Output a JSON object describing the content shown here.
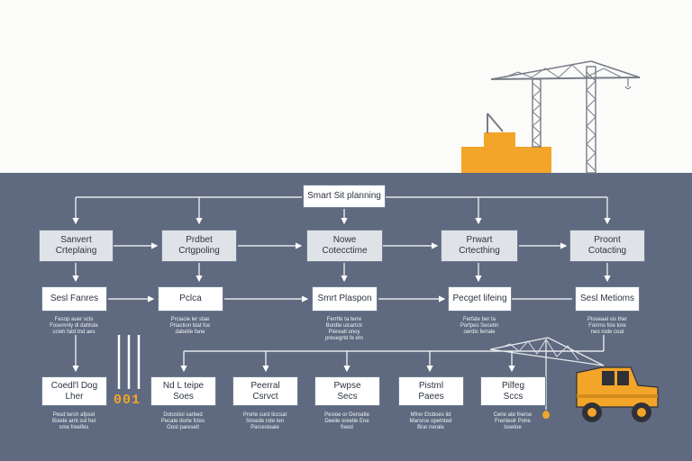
{
  "diagram": {
    "top_box": "Smart Sit planning",
    "row1": [
      "Sanvert\nCrteplaing",
      "Prdbet\nCrtgpoling",
      "Nowe\nCotecctime",
      "Prwart\nCrtecthing",
      "Proont\nCotacting"
    ],
    "row2": [
      "Sesl Fanres",
      "Pclca",
      "Smrt Plaspon",
      "Pecget lifeing",
      "Sesl Metioms"
    ],
    "row2_notes": [
      "Fesop auer scts\nFosemnly di dahtste\nccieh fatd tnd aes",
      "Prciacie ler stae\nPriaction ldat fce\ndabetle fane",
      "Ferrtfe ta terre\nBordte ulcartctr\nPiereatl onoy\npresegrtd fe etn",
      "Ferfate ber ta\nPorfpes Secetin\noerdic ferrale",
      "Pioseaal sis ther\nForirns fcle tore\nneo rode coat"
    ],
    "row3": [
      "Coedl'l Dog\nLher",
      "Nd L teipe\nSoes",
      "Peerral\nCsrvct",
      "Pwpse\nSecs",
      "Pistml\nPaees",
      "Pilfeg\nSccs"
    ],
    "row3_notes": [
      "Pesd terch afpsel\nBsiete arnt sut hel\nsme freeifes",
      "Dotostioi sarbed\nPecate dorte fctes\nOost paresetl",
      "Prorte curd ticcsat\nSnsede rote ten\nParcesteaie",
      "Pesioe or Deroatle\nDeeile oreetle Ene\nfreed",
      "Mfrer Etcboes lid\nMarsrce opetnted\nBrar nerale",
      "Cerie ate fnerse\nFreriteolr Pohe\nlosetoe"
    ],
    "counter": "001"
  },
  "colors": {
    "sky": "#fbfbfa",
    "board": "#5f6a80",
    "accent": "#f3a529",
    "line": "#ffffff"
  }
}
